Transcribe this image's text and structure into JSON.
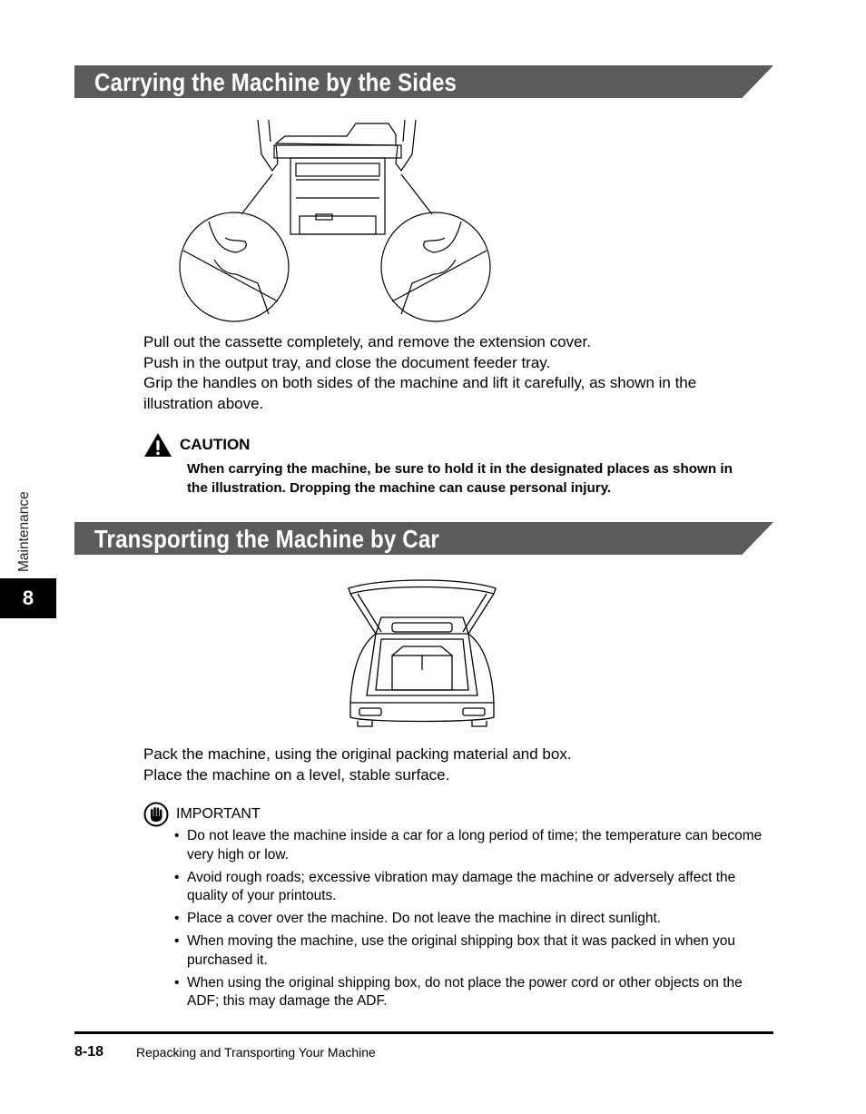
{
  "section1": {
    "title": "Carrying the Machine by the Sides",
    "paragraphs": [
      "Pull out the cassette completely, and remove the extension cover.",
      "Push in the output tray, and close the document feeder tray.",
      "Grip the handles on both sides of the machine and lift it carefully, as shown in the illustration above."
    ]
  },
  "caution": {
    "label": "CAUTION",
    "text": "When carrying the machine, be sure to hold it in the designated places as shown in the illustration. Dropping the machine can cause personal injury."
  },
  "section2": {
    "title": "Transporting the Machine by Car",
    "paragraphs": [
      "Pack the machine, using the original packing material and box.",
      "Place the machine on a level, stable surface."
    ]
  },
  "important": {
    "label": "IMPORTANT",
    "bullets": [
      "Do not leave the machine inside a car for a long period of time; the temperature can become very high or low.",
      "Avoid rough roads; excessive vibration may damage the machine or adversely affect the quality of your printouts.",
      "Place a cover over the machine. Do not leave the machine in direct sunlight.",
      "When moving the machine, use the original shipping box that it was packed in when you purchased it.",
      "When using the original shipping box, do not place the power cord or other objects on the ADF; this may damage the ADF."
    ]
  },
  "side_tab": {
    "label": "Maintenance",
    "chapter": "8"
  },
  "footer": {
    "page_number": "8-18",
    "chapter_title": "Repacking and Transporting Your Machine"
  },
  "icons": {
    "caution": "warning-triangle-icon",
    "important": "raised-hand-icon"
  },
  "colors": {
    "banner": "#5b5b5b",
    "text": "#000000"
  }
}
